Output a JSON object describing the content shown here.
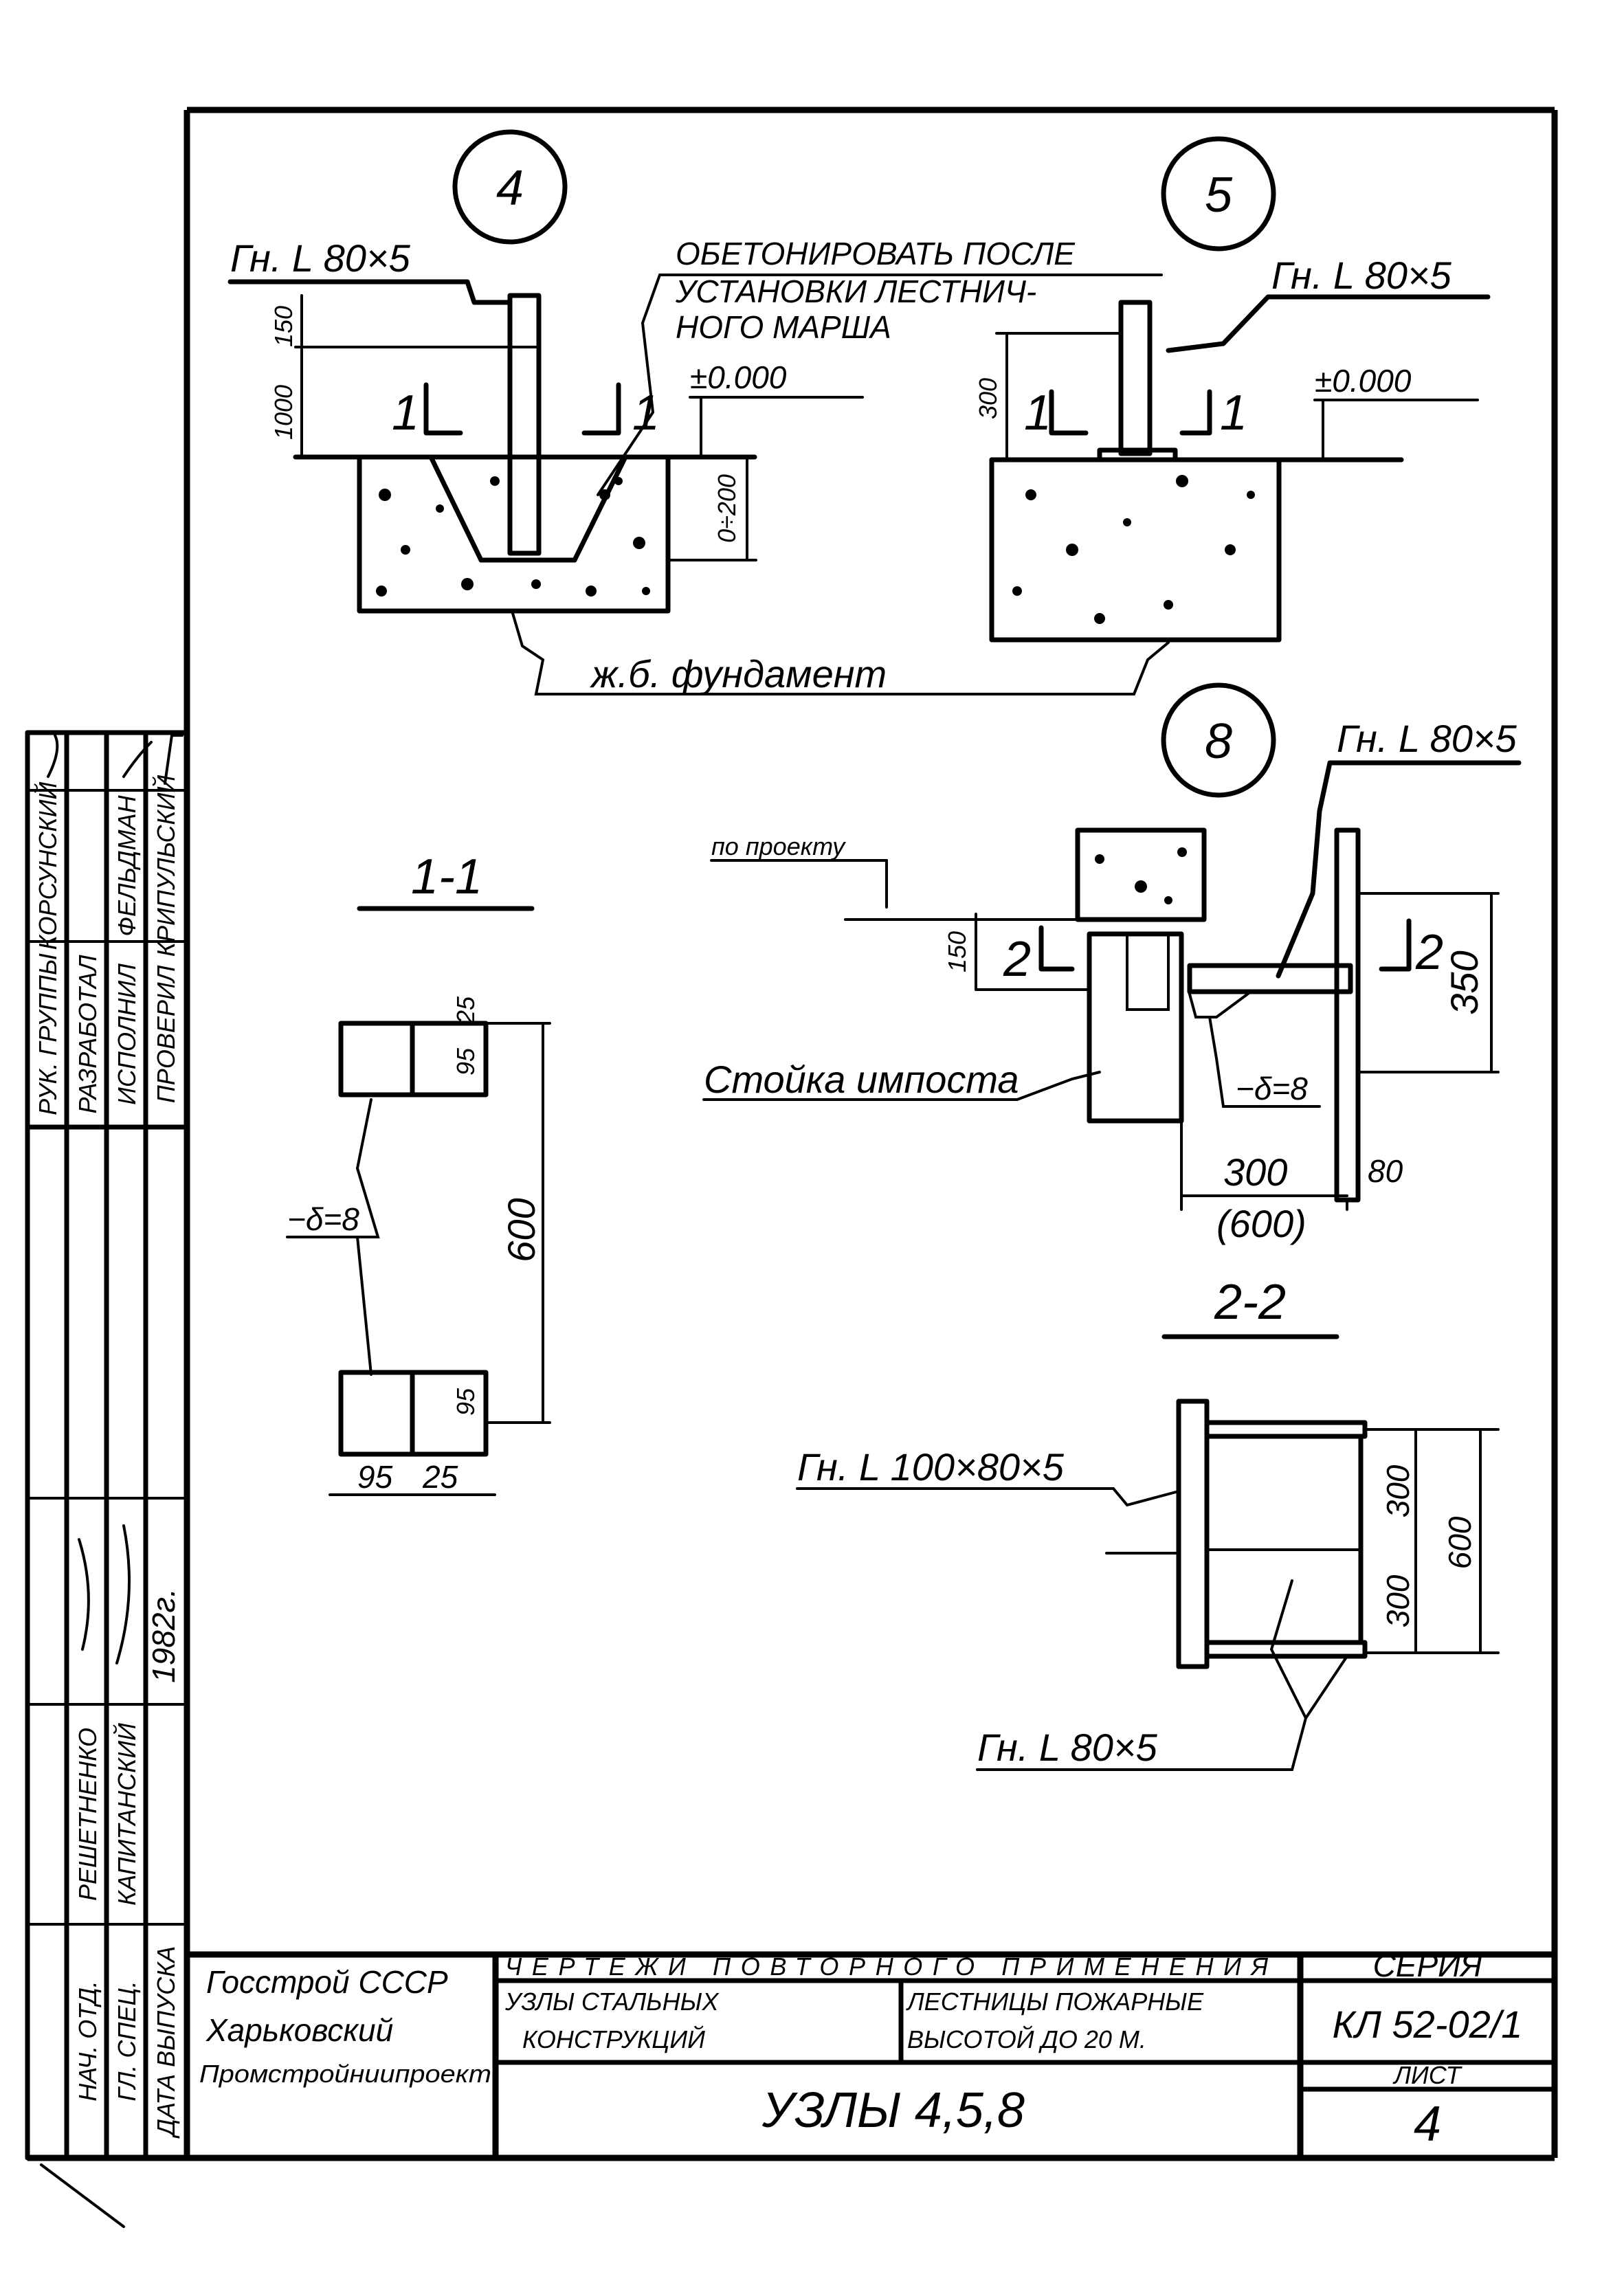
{
  "details": {
    "node4": {
      "marker": "4",
      "angle_label": "Гн. L 80×5",
      "dim_top": "150",
      "dim_height": "1000",
      "level": "±0.000",
      "dim_depth": "0÷200",
      "section_left": "1",
      "section_right": "1"
    },
    "note": {
      "line1": "ОБЕТОНИРОВАТЬ ПОСЛЕ",
      "line2": "УСТАНОВКИ ЛЕСТНИЧ-",
      "line3": "НОГО МАРША"
    },
    "node5": {
      "marker": "5",
      "angle_label": "Гн. L 80×5",
      "dim_height": "300",
      "level": "±0.000",
      "section_left": "1",
      "section_right": "1"
    },
    "foundation_label": "ж.б. фундамент",
    "section11": {
      "title": "1-1",
      "plate_label": "−δ=8",
      "dim_total": "600",
      "dim_top_a": "25",
      "dim_top_b": "95",
      "dim_bot_a": "95",
      "dim_bot_b": "95",
      "dim_bot_c": "25"
    },
    "node8": {
      "marker": "8",
      "angle_label": "Гн. L 80×5",
      "level_label": "по проекту",
      "dim_150": "150",
      "section_2": "2",
      "section_2b": "2",
      "post_label": "Стойка импоста",
      "plate_label": "−δ=8",
      "dim_300": "300",
      "dim_600": "(600)",
      "dim_80": "80",
      "dim_350": "350"
    },
    "section22": {
      "title": "2-2",
      "angle_label_a": "Гн. L 100×80×5",
      "angle_label_b": "Гн. L 80×5",
      "dim_300a": "300",
      "dim_300b": "300",
      "dim_600": "600"
    }
  },
  "title_block": {
    "org_line1": "Госстрой СССР",
    "org_line2": "Харьковский",
    "org_line3": "Промстройниипроект",
    "header": "ЧЕРТЕЖИ ПОВТОРНОГО ПРИМЕНЕНИЯ",
    "subject_line1": "УЗЛЫ СТАЛЬНЫХ",
    "subject_line2": "КОНСТРУКЦИЙ",
    "object_line1": "ЛЕСТНИЦЫ ПОЖАРНЫЕ",
    "object_line2": "ВЫСОТОЙ ДО 20 М.",
    "series_label": "СЕРИЯ",
    "series_value": "КЛ 52-02/1",
    "sheet_title": "УЗЛЫ 4,5,8",
    "sheet_label": "ЛИСТ",
    "sheet_number": "4"
  },
  "stamp": {
    "upper": [
      {
        "role": "РУК. ГРУППЫ",
        "name": "КОРСУНСКИЙ"
      },
      {
        "role": "РАЗРАБОТАЛ",
        "name": ""
      },
      {
        "role": "ИСПОЛНИЛ",
        "name": "ФЕЛЬДМАН"
      },
      {
        "role": "ПРОВЕРИЛ",
        "name": "КРИПУЛЬСКИЙ"
      }
    ],
    "lower": [
      {
        "role": "НАЧ. ОТД.",
        "name": "РЕШЕТНЕНКО"
      },
      {
        "role": "ГЛ. СПЕЦ.",
        "name": "КАПИТАНСКИЙ"
      },
      {
        "role": "ДАТА ВЫПУСКА",
        "name": "1982г."
      }
    ]
  }
}
